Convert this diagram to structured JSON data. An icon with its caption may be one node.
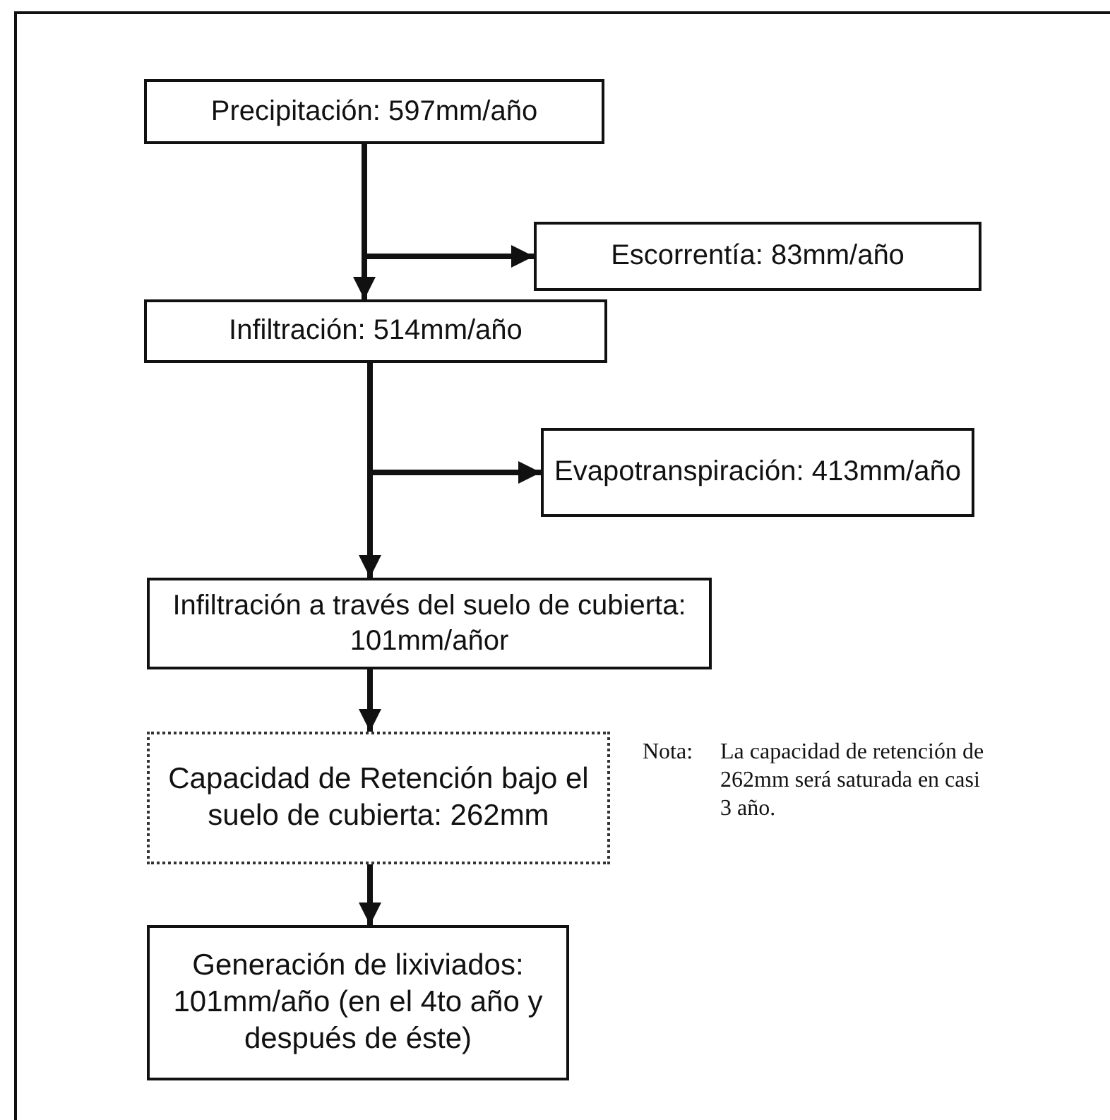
{
  "diagram": {
    "nodes": [
      {
        "text": [
          "Precipitación: 597mm/año"
        ]
      },
      {
        "text": [
          "Escorrentía: 83mm/año"
        ]
      },
      {
        "text": [
          "Infiltración: 514mm/año"
        ]
      },
      {
        "text": [
          "Evapotranspiración: 413mm/año"
        ]
      },
      {
        "text": [
          "Infiltración a través del suelo de cubierta: 101mm/añor"
        ]
      },
      {
        "text": [
          "Capacidad de Retención bajo el suelo de cubierta: 262mm"
        ]
      },
      {
        "text": [
          "Generación de lixiviados: 101mm/año (en el 4to año y después de éste)"
        ]
      }
    ],
    "edges": [
      {
        "from": 0,
        "to": 1,
        "arrow": "to"
      },
      {
        "from": 0,
        "to": 2,
        "arrow": "to"
      },
      {
        "from": 2,
        "to": 3,
        "arrow": "to"
      },
      {
        "from": 2,
        "to": 4,
        "arrow": "to"
      },
      {
        "from": 4,
        "to": 5,
        "arrow": "to"
      },
      {
        "from": 5,
        "to": 6,
        "arrow": "to"
      }
    ],
    "labels": [
      "Nota:",
      "La capacidad de retención de 262mm será saturada en casi 3 año."
    ]
  }
}
